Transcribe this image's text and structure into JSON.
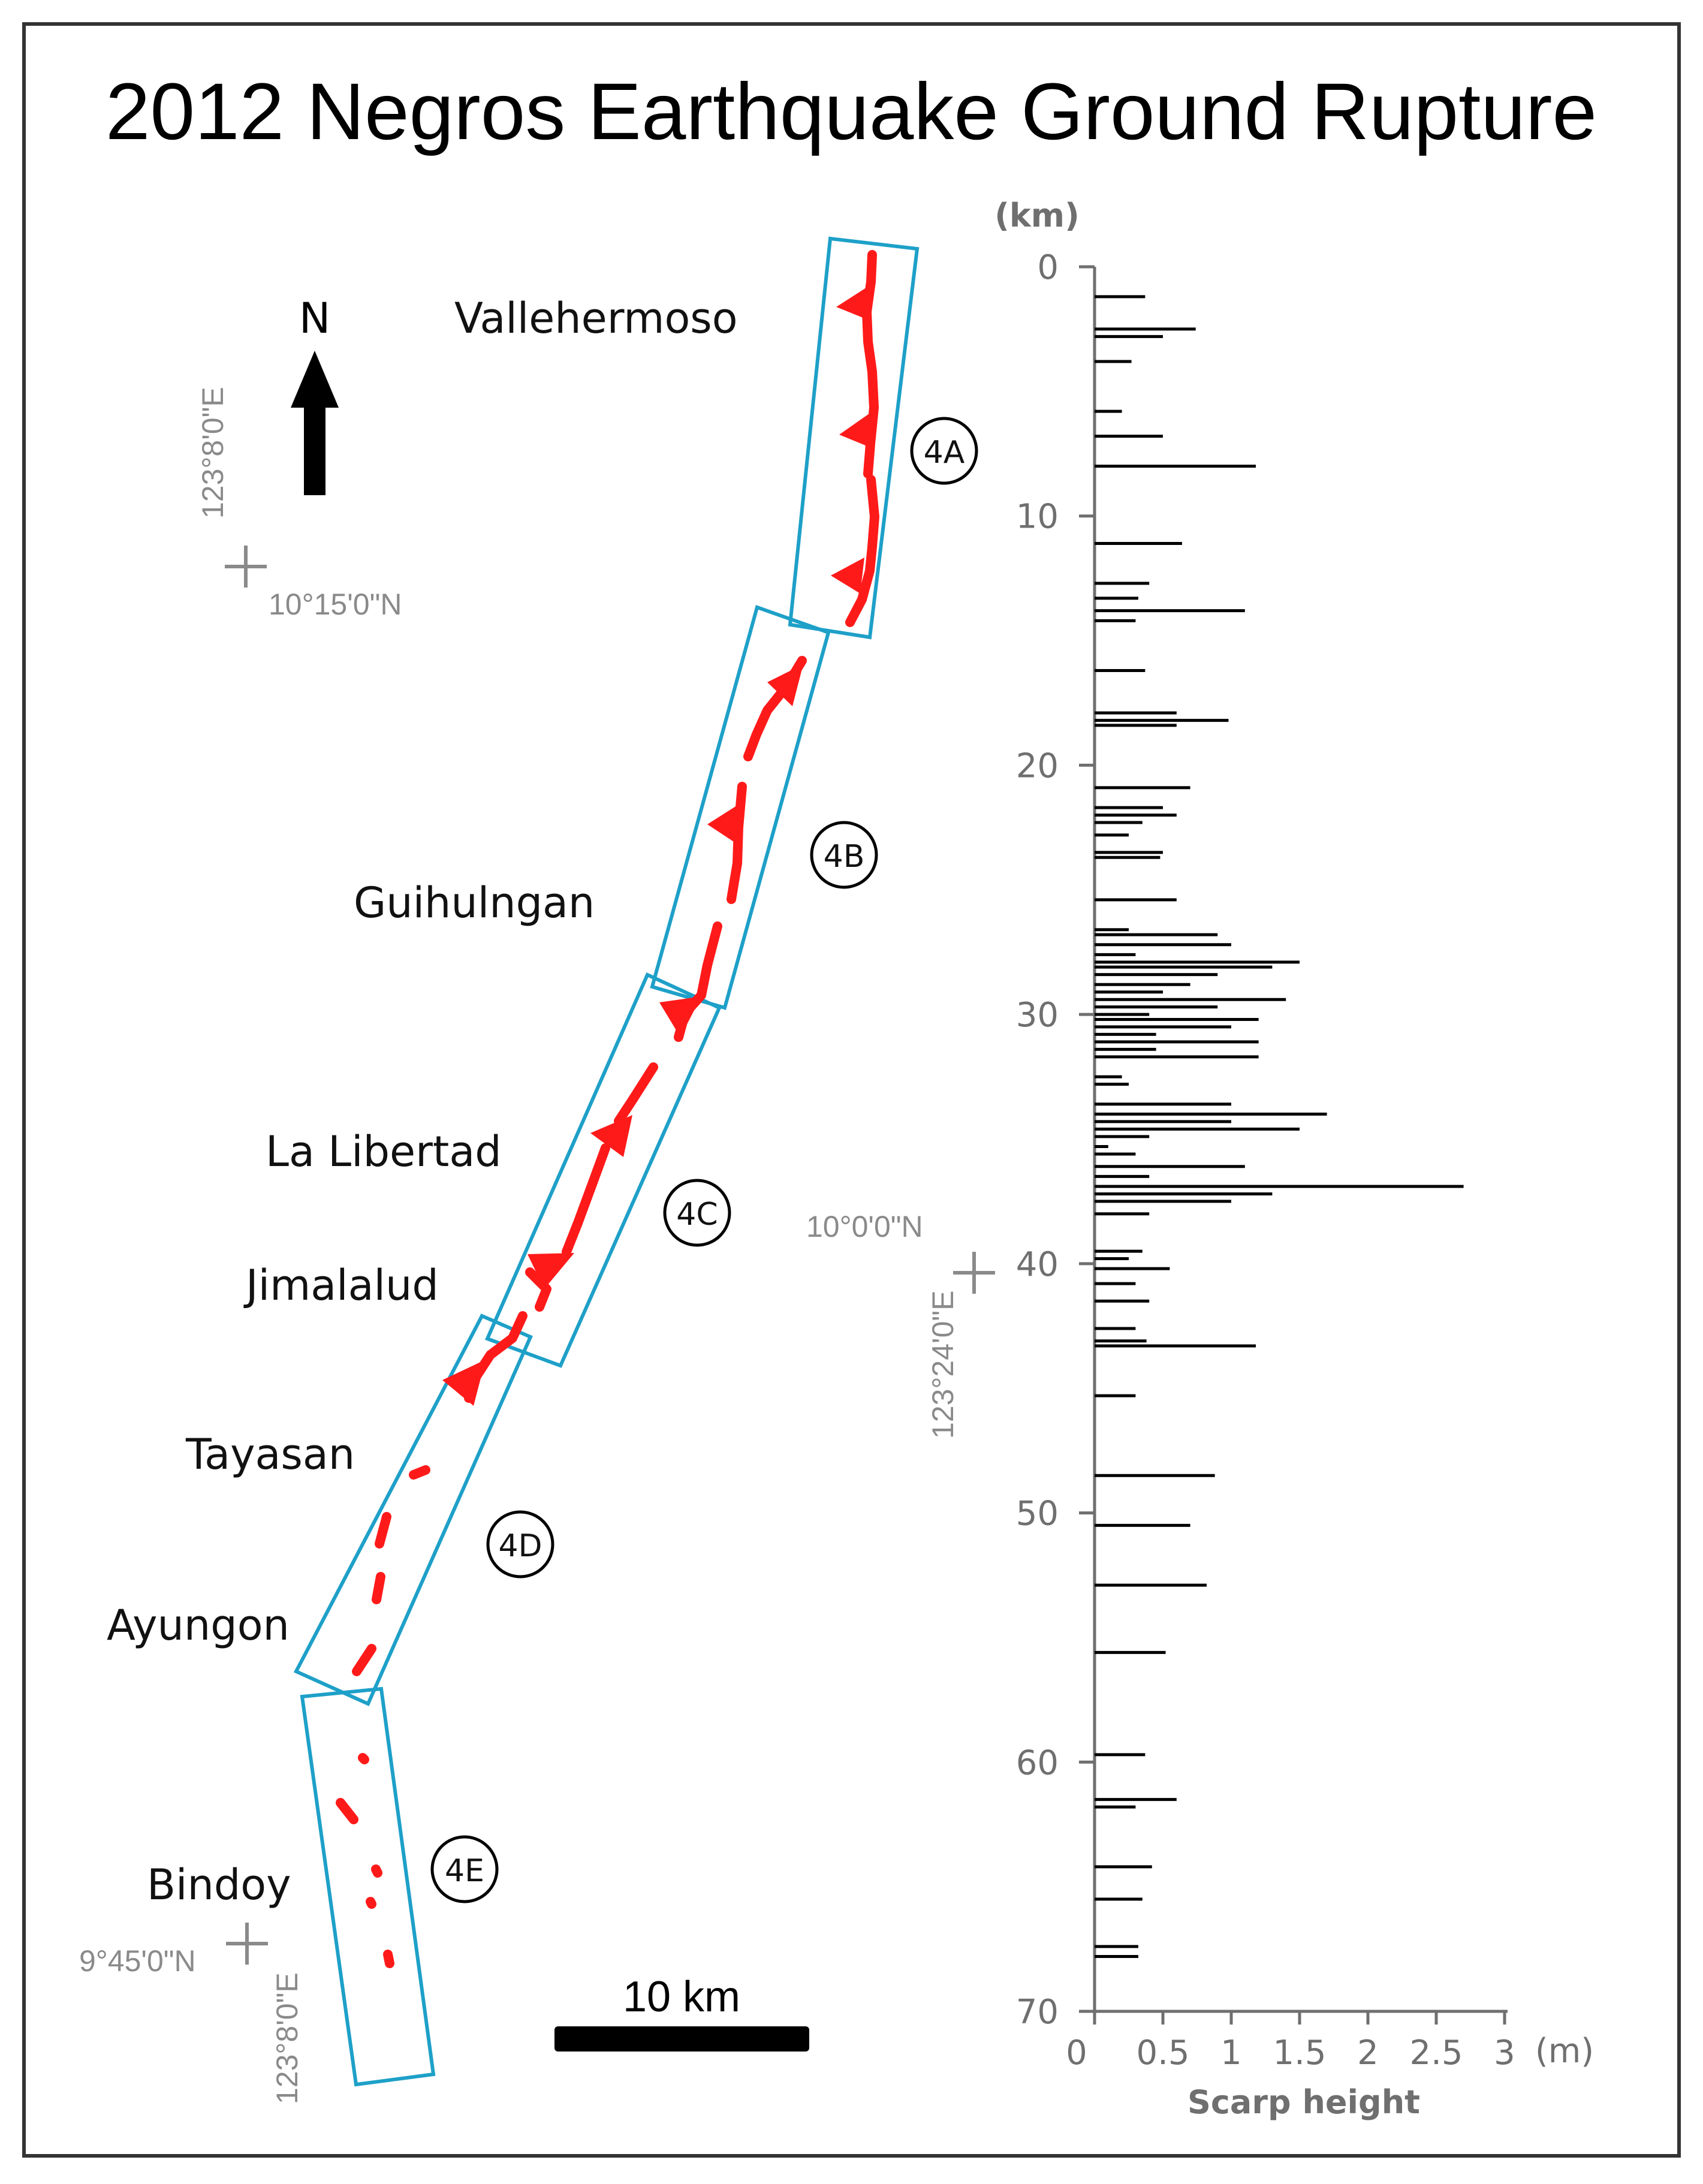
{
  "title": "2012 Negros Earthquake Ground Rupture",
  "north_arrow": {
    "label": "N",
    "icon": "north-arrow-icon"
  },
  "places": [
    "Vallehermoso",
    "Guihulngan",
    "La Libertad",
    "Jimalalud",
    "Tayasan",
    "Ayungon",
    "Bindoy"
  ],
  "zones": [
    "4A",
    "4B",
    "4C",
    "4D",
    "4E"
  ],
  "coordinates": {
    "top_left_lon": "123°8'0\"E",
    "top_left_lat": "10°15'0\"N",
    "mid_right_lat": "10°0'0\"N",
    "mid_right_lon": "123°24'0\"E",
    "bottom_left_lat": "9°45'0\"N",
    "bottom_left_lon": "123°8'0\"E"
  },
  "scale_bar": {
    "label": "10 km"
  },
  "colors": {
    "rupture": "#ff1a1a",
    "zone_box": "#1ea0c8",
    "frame": "#333333",
    "bars": "#000000",
    "axis": "#6f6f6f"
  },
  "chart_data": {
    "type": "bar",
    "orientation": "horizontal",
    "y_unit": "(km)",
    "x_unit": "(m)",
    "xlabel": "Scarp height",
    "xlim": [
      0,
      3
    ],
    "ylim": [
      0,
      70
    ],
    "y_inverted": true,
    "x_ticks": [
      "0",
      "0.5",
      "1",
      "1.5",
      "2",
      "2.5",
      "3"
    ],
    "y_ticks": [
      "0",
      "10",
      "20",
      "30",
      "40",
      "50",
      "60",
      "70"
    ],
    "distance": [
      1.2,
      2.5,
      2.8,
      3.8,
      5.8,
      6.8,
      8.0,
      11.1,
      12.7,
      13.3,
      13.8,
      14.2,
      16.2,
      17.9,
      18.2,
      18.4,
      20.9,
      21.7,
      22.0,
      22.3,
      22.8,
      23.5,
      23.7,
      25.4,
      26.6,
      26.8,
      27.2,
      27.6,
      27.9,
      28.1,
      28.4,
      28.8,
      29.1,
      29.4,
      29.7,
      30.0,
      30.2,
      30.5,
      30.8,
      31.1,
      31.4,
      31.7,
      32.5,
      32.8,
      33.6,
      34.0,
      34.3,
      34.6,
      34.9,
      35.3,
      35.6,
      36.1,
      36.5,
      36.9,
      37.2,
      37.5,
      38.0,
      39.5,
      39.8,
      40.2,
      40.8,
      41.5,
      42.6,
      43.1,
      43.3,
      45.3,
      48.5,
      50.5,
      52.9,
      55.6,
      59.7,
      61.5,
      61.8,
      64.2,
      65.5,
      67.4,
      67.8
    ],
    "values": [
      0.37,
      0.74,
      0.5,
      0.27,
      0.2,
      0.5,
      1.18,
      0.64,
      0.4,
      0.32,
      1.1,
      0.3,
      0.37,
      0.6,
      0.98,
      0.6,
      0.7,
      0.5,
      0.6,
      0.35,
      0.25,
      0.5,
      0.48,
      0.6,
      0.25,
      0.9,
      1.0,
      0.3,
      1.5,
      1.3,
      0.9,
      0.7,
      0.5,
      1.4,
      0.9,
      0.4,
      1.2,
      1.0,
      0.45,
      1.2,
      0.45,
      1.2,
      0.2,
      0.25,
      1.0,
      1.7,
      1.0,
      1.5,
      0.4,
      0.1,
      0.3,
      1.1,
      0.4,
      2.7,
      1.3,
      1.0,
      0.4,
      0.35,
      0.25,
      0.55,
      0.3,
      0.4,
      0.3,
      0.38,
      1.18,
      0.3,
      0.88,
      0.7,
      0.82,
      0.52,
      0.37,
      0.6,
      0.3,
      0.42,
      0.35,
      0.32,
      0.32
    ]
  }
}
